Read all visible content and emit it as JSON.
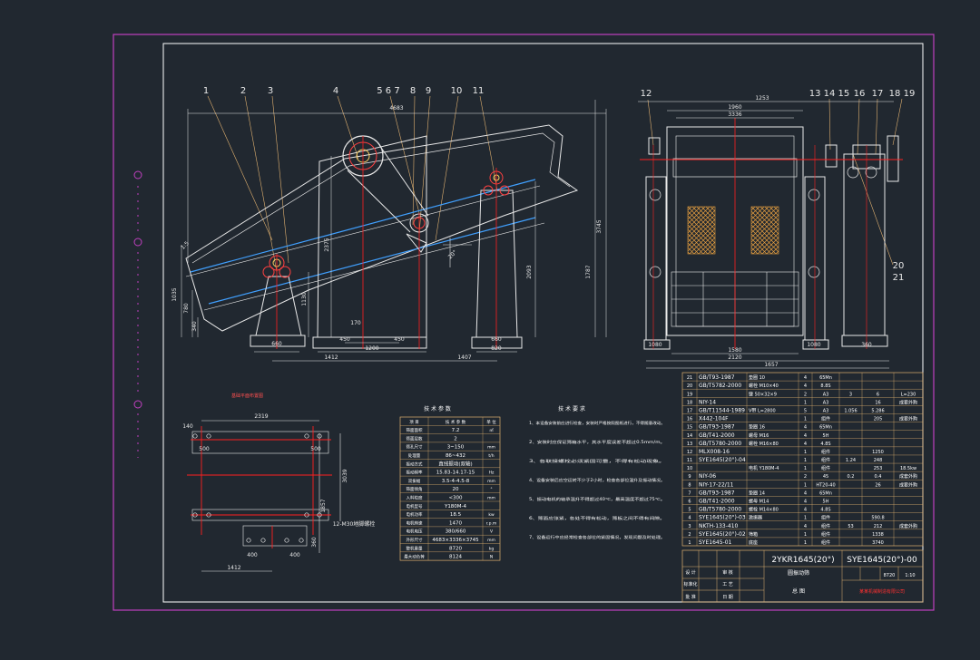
{
  "theme": {
    "background": "#212830",
    "frame_outer": "#c040c0",
    "frame_inner": "#ffffff",
    "drawing_lines": "#e8e8e8",
    "leader_lines": "#e0b070",
    "centerlines": "#ff2020",
    "screen_deck": "#40a0ff",
    "hatch": "#e8a040",
    "table_lines": "#e0b070",
    "title_text": "#ffffff",
    "title_red": "#ff3030"
  },
  "side_view": {
    "balloons": [
      "1",
      "2",
      "3",
      "4",
      "5 6 7",
      "8",
      "9",
      "10",
      "11"
    ],
    "dims": {
      "top_length": "4683",
      "left_height": "1035",
      "left_small": "780",
      "left_tiny": "340",
      "angle_label": "1:5",
      "spring_height": "1130",
      "center_height": "2375",
      "right_tall": "3745",
      "right_mid": "1787",
      "right_support": "2093",
      "deck_angle": "20°",
      "base_left": "660",
      "base_center_a": "450",
      "base_center_b": "450",
      "base_center_total": "1200",
      "base_right": "660",
      "base_right_inner": "820",
      "span_left": "1412",
      "span_right": "1407",
      "small_170": "170"
    }
  },
  "end_view": {
    "balloons_left": [
      "12"
    ],
    "balloons_right": [
      "13 14 15",
      "16",
      "17",
      "18 19"
    ],
    "balloons_lower": [
      "20",
      "21"
    ],
    "dims": {
      "width_top": "1253",
      "width_mid": "1960",
      "inner": "3336",
      "bottom_1": "1580",
      "bottom_2": "2120",
      "bottom_3": "1657",
      "foot_left": "1080",
      "foot_mid": "1080",
      "foot_right": "360"
    }
  },
  "foundation_plan": {
    "title": "基础平面布置图",
    "dims": {
      "top": "2319",
      "left_small": "140",
      "foot_a": "500",
      "foot_b": "500",
      "height": "3039",
      "mid": "1857",
      "bolt_note": "12-M30地脚螺栓",
      "bottom_a": "400",
      "bottom_b": "400",
      "bottom_total": "1412",
      "foot_c": "360"
    }
  },
  "tech_params": {
    "title": "技 术 参 数",
    "header": [
      "项 目",
      "技 术 参 数",
      "单 位"
    ],
    "rows": [
      [
        "筛面面积",
        "7.2",
        "㎡"
      ],
      [
        "筛面层数",
        "2",
        ""
      ],
      [
        "筛孔尺寸",
        "3~150",
        "mm"
      ],
      [
        "处理量",
        "86~432",
        "t/h"
      ],
      [
        "振动方式",
        "直线振动(双轴)",
        ""
      ],
      [
        "振动频率",
        "15.83-14.17-15",
        "Hz"
      ],
      [
        "双振幅",
        "3.5-4-4.5-8",
        "mm"
      ],
      [
        "筛面倾角",
        "20",
        "°"
      ],
      [
        "入料粒度",
        "<300",
        "mm"
      ],
      [
        "电机型号",
        "Y180M-4",
        ""
      ],
      [
        "电机功率",
        "18.5",
        "kw"
      ],
      [
        "电机转速",
        "1470",
        "r.p.m"
      ],
      [
        "电机电压",
        "380/660",
        "V"
      ],
      [
        "外形尺寸",
        "4683×3336×3745",
        "mm"
      ],
      [
        "整机重量",
        "8720",
        "kg"
      ],
      [
        "最大动负荷",
        "8124",
        "N"
      ]
    ]
  },
  "tech_requirements": {
    "title": "技 术 要 求",
    "items": [
      "1、本设备安装前应进行检查，安装时严格按照图纸进行，不得随意改动。",
      "2、安装时应保证筛箱水平，其水平度误差不超过0.5mm/m。",
      "3、各联接螺栓必须紧固可靠，不得有松动现象。",
      "4、设备安装后应空运转不少于2小时，检查各部位温升及振动情况。",
      "5、振动电机的轴承温升不得超过40℃，最高温度不超过75℃。",
      "6、筛面应张紧，各处不得有松动，筛板之间不得有间隙。",
      "7、设备运行中应经常检查各部位的紧固情况，发现问题及时处理。"
    ]
  },
  "bom": {
    "rows": [
      [
        "21",
        "GB/T93-1987",
        "垫圈 10",
        "4",
        "65Mn",
        "",
        "",
        ""
      ],
      [
        "20",
        "GB/T5782-2000",
        "螺栓 M10×40",
        "4",
        "8.8S",
        "",
        "",
        ""
      ],
      [
        "19",
        "",
        "键 50×32×9",
        "2",
        "A3",
        "3",
        "6",
        "L=230"
      ],
      [
        "18",
        "NIY-14",
        "",
        "1",
        "A3",
        "",
        "16",
        "成套外购"
      ],
      [
        "17",
        "GB/T11544-1989",
        "V带 L=2800",
        "5",
        "A3",
        "1.056",
        "5.286",
        ""
      ],
      [
        "16",
        "X442-104F",
        "",
        "1",
        "组件",
        "",
        "205",
        "成套外购"
      ],
      [
        "15",
        "GB/T93-1987",
        "垫圈 16",
        "4",
        "65Mn",
        "",
        "",
        ""
      ],
      [
        "14",
        "GB/T41-2000",
        "螺母 M16",
        "4",
        "5H",
        "",
        "",
        ""
      ],
      [
        "13",
        "GB/T5780-2000",
        "螺栓 M16×80",
        "4",
        "4.8S",
        "",
        "",
        ""
      ],
      [
        "12",
        "MLX008-16",
        "",
        "1",
        "组件",
        "",
        "1250",
        ""
      ],
      [
        "11",
        "SYE1645(20°)-04",
        "",
        "1",
        "组件",
        "1.24",
        "248",
        ""
      ],
      [
        "10",
        "",
        "电机 Y180M-4",
        "1",
        "组件",
        "",
        "253",
        "18.5kw"
      ],
      [
        "9",
        "NIY-06",
        "",
        "2",
        "45",
        "0.2",
        "0.4",
        "成套外购"
      ],
      [
        "8",
        "NIY-17-22/11",
        "",
        "1",
        "HT20-40",
        "",
        "26",
        "成套外购"
      ],
      [
        "7",
        "GB/T93-1987",
        "垫圈 14",
        "4",
        "65Mn",
        "",
        "",
        ""
      ],
      [
        "6",
        "GB/T41-2000",
        "螺母 M14",
        "4",
        "5H",
        "",
        "",
        ""
      ],
      [
        "5",
        "GB/T5780-2000",
        "螺栓 M14×80",
        "4",
        "4.8S",
        "",
        "",
        ""
      ],
      [
        "4",
        "SYE1645(20°)-03",
        "激振器",
        "1",
        "组件",
        "",
        "590.8",
        ""
      ],
      [
        "3",
        "NKTH-133-410",
        "",
        "4",
        "组件",
        "53",
        "212",
        "成套外购"
      ],
      [
        "2",
        "SYE1645(20°)-02",
        "筛箱",
        "1",
        "组件",
        "",
        "1338",
        ""
      ],
      [
        "1",
        "SYE1645-01",
        "底座",
        "1",
        "组件",
        "",
        "3740",
        ""
      ]
    ]
  },
  "title_block": {
    "model": "2YKR1645(20°)",
    "drawing_no": "SYE1645(20°)-00",
    "name": "圆振动筛",
    "type": "总 图",
    "scale": "1:10",
    "weight": "8720",
    "company": "某某机械制造有限公司",
    "rows_labels": [
      "设 计",
      "审 核",
      "标准化",
      "工 艺",
      "批 准",
      "日 期"
    ]
  }
}
